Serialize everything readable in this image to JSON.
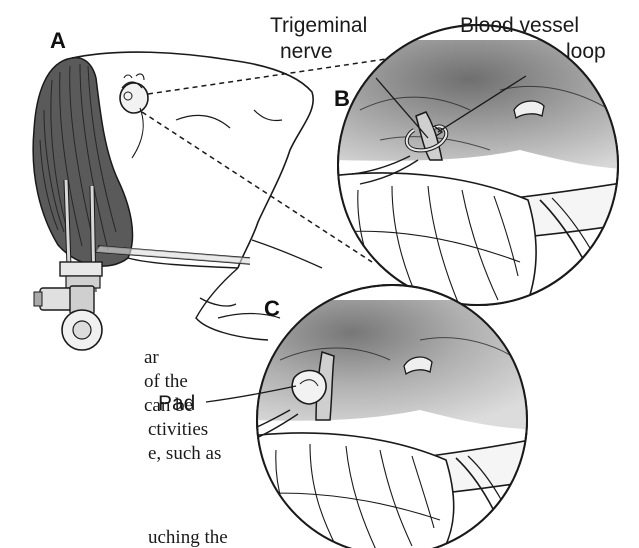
{
  "labels": {
    "panel_a": "A",
    "panel_b": "B",
    "panel_c": "C",
    "trigeminal_line1": "Trigeminal",
    "trigeminal_line2": "nerve",
    "vessel_line1": "Blood vessel",
    "vessel_line2": "loop",
    "pad": "Pad"
  },
  "body_text_fragments": [
    "ar",
    "of the",
    "can be",
    "ctivities",
    "e, such as",
    "uching the"
  ],
  "colors": {
    "ink": "#1a1a1a",
    "hair": "#3a3a3a",
    "tissue_dark": "#8a8a8a",
    "tissue_mid": "#b8b8b8",
    "tissue_light": "#e6e6e6"
  }
}
